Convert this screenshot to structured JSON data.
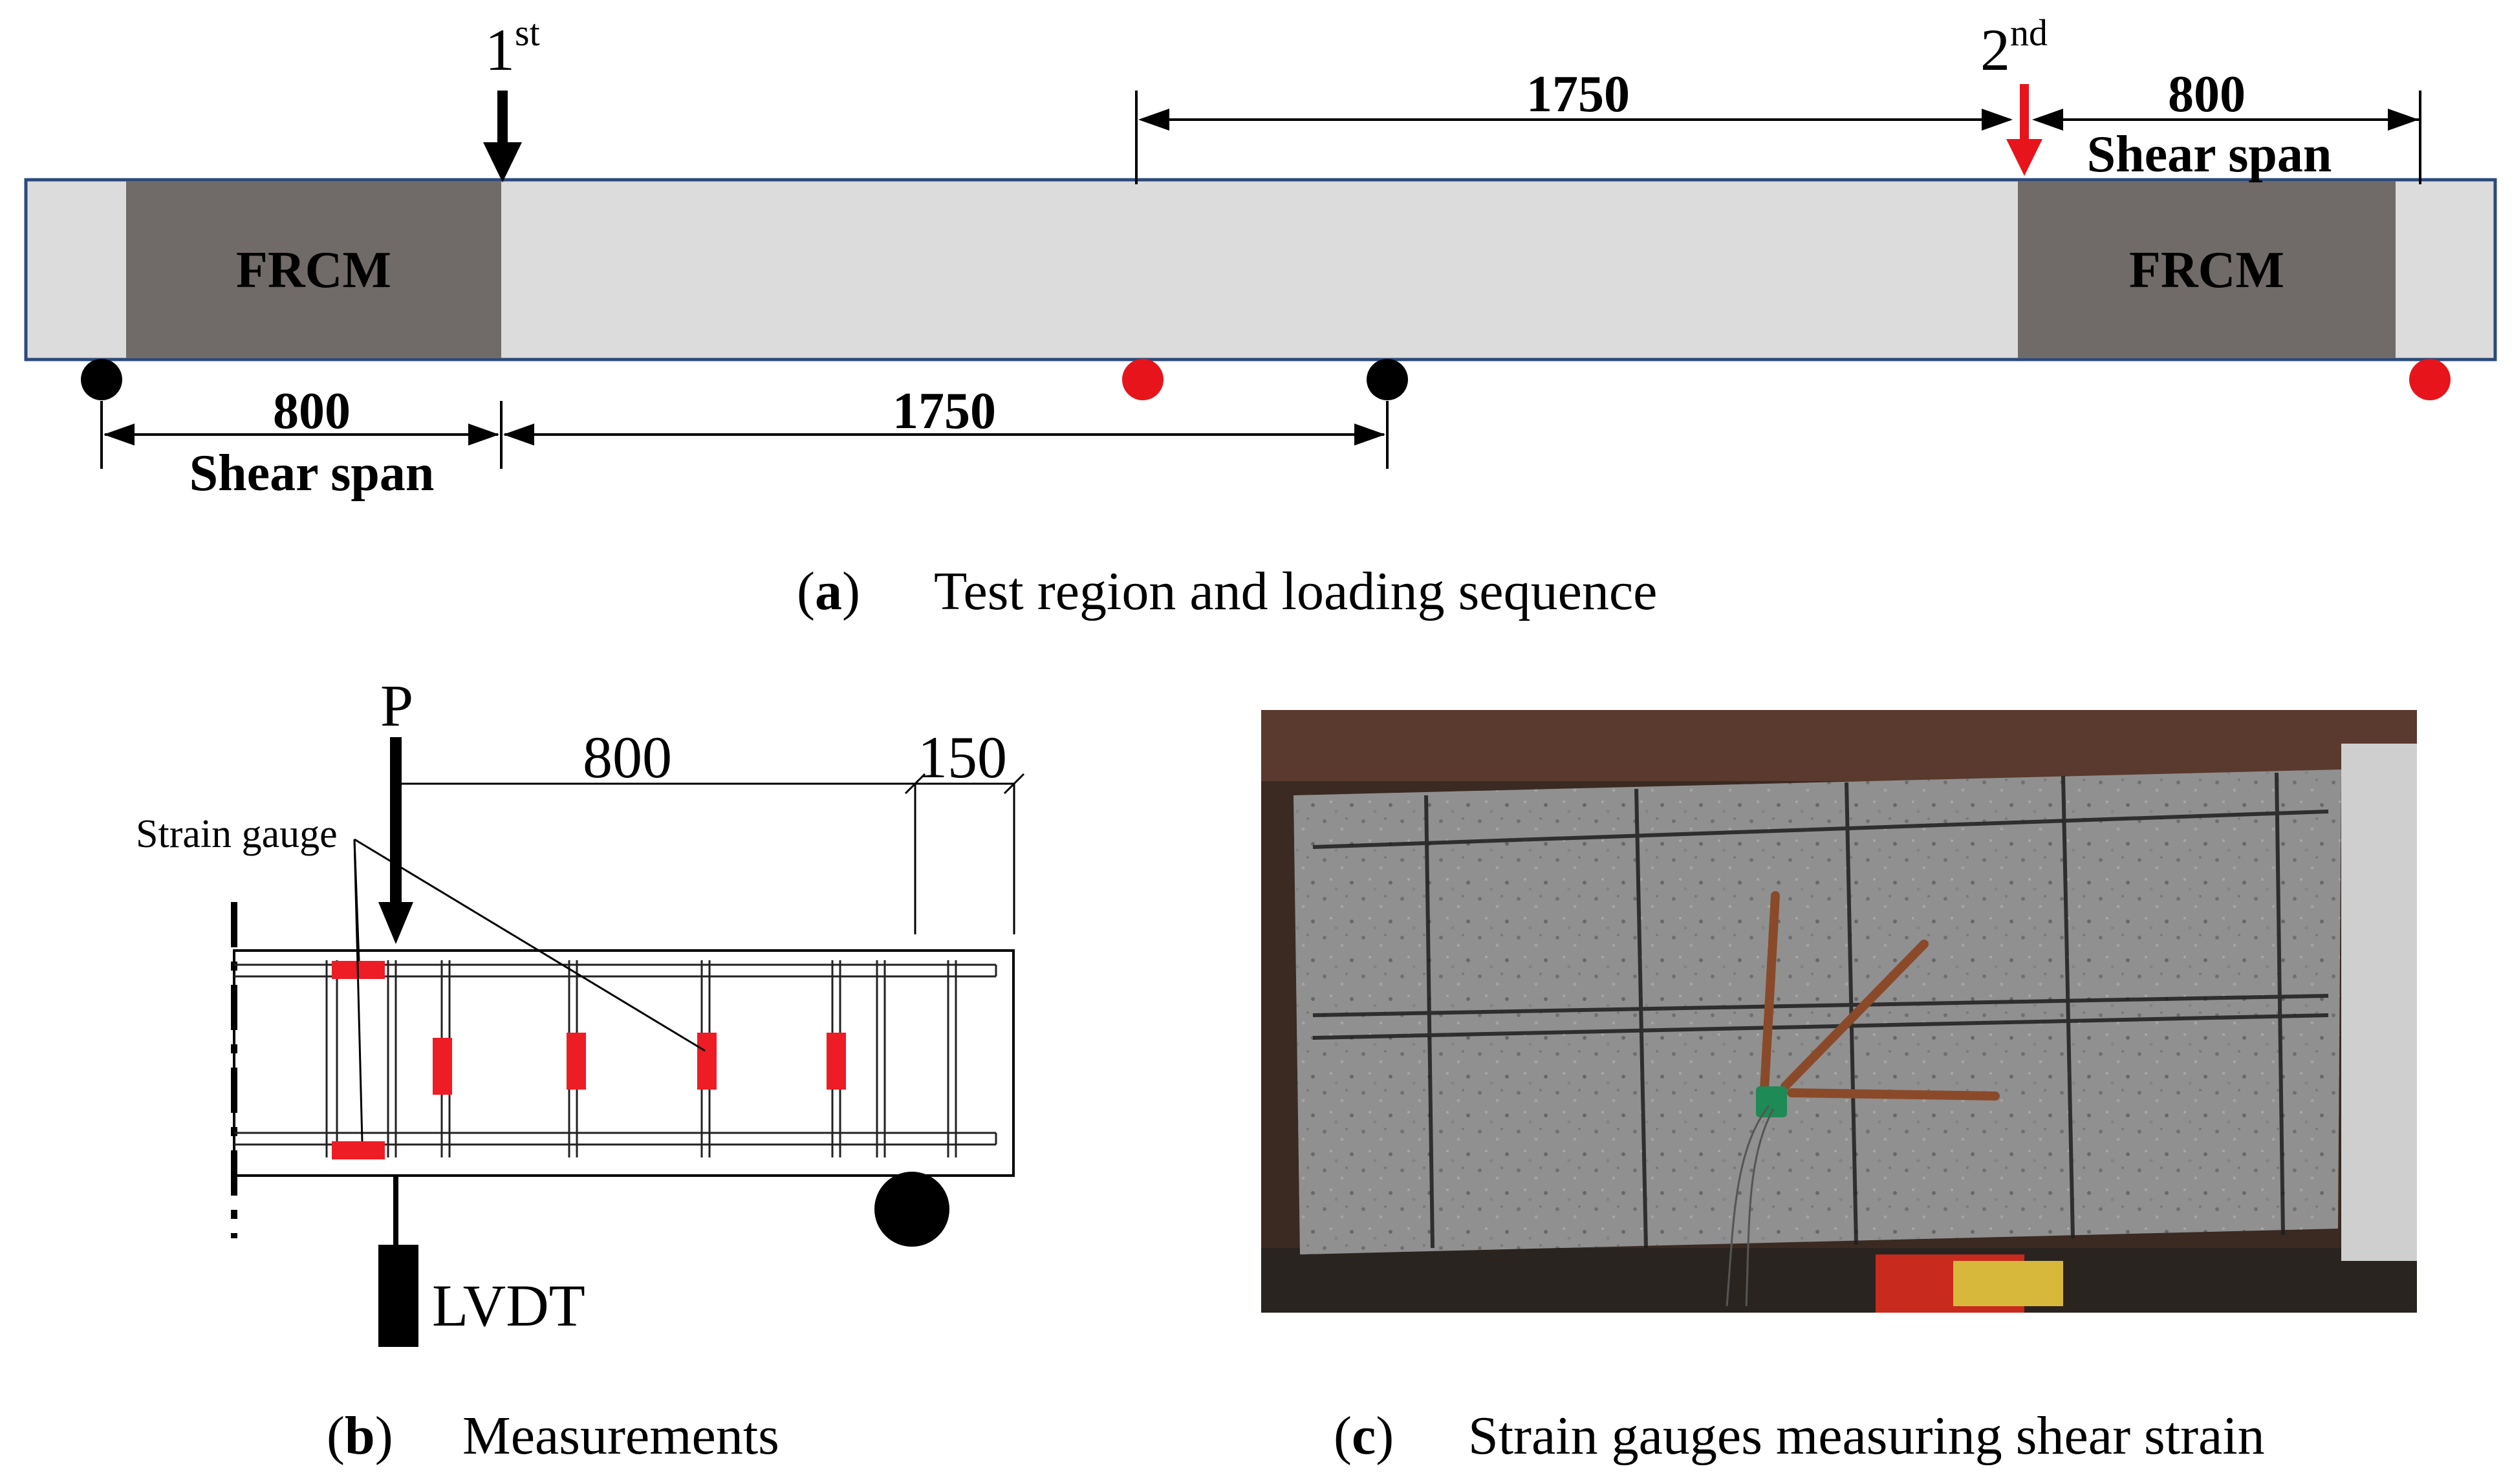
{
  "panel_a": {
    "frcm_left": "FRCM",
    "frcm_right": "FRCM",
    "load_first_main": "1",
    "load_first_sup": "st",
    "load_second_main": "2",
    "load_second_sup": "nd",
    "dim_top_1750": "1750",
    "dim_top_800": "800",
    "dim_top_shear": "Shear span",
    "dim_bot_800": "800",
    "dim_bot_shear": "Shear span",
    "dim_bot_1750": "1750",
    "caption_letter": "a",
    "caption_text": "Test region and loading sequence",
    "colors": {
      "beam": "#dcdcdc",
      "frcm": "#706a68",
      "support_active": "#000000",
      "support_second": "#e8141c",
      "load_second": "#e8141c"
    }
  },
  "panel_b": {
    "load_label": "P",
    "dim_800": "800",
    "dim_150": "150",
    "strain_gauge_label": "Strain gauge",
    "lvdt_label": "LVDT",
    "caption_letter": "b",
    "caption_text": "Measurements",
    "colors": {
      "gauge": "#ee1c24"
    }
  },
  "panel_c": {
    "caption_letter": "c",
    "caption_text": "Strain gauges measuring shear strain"
  }
}
